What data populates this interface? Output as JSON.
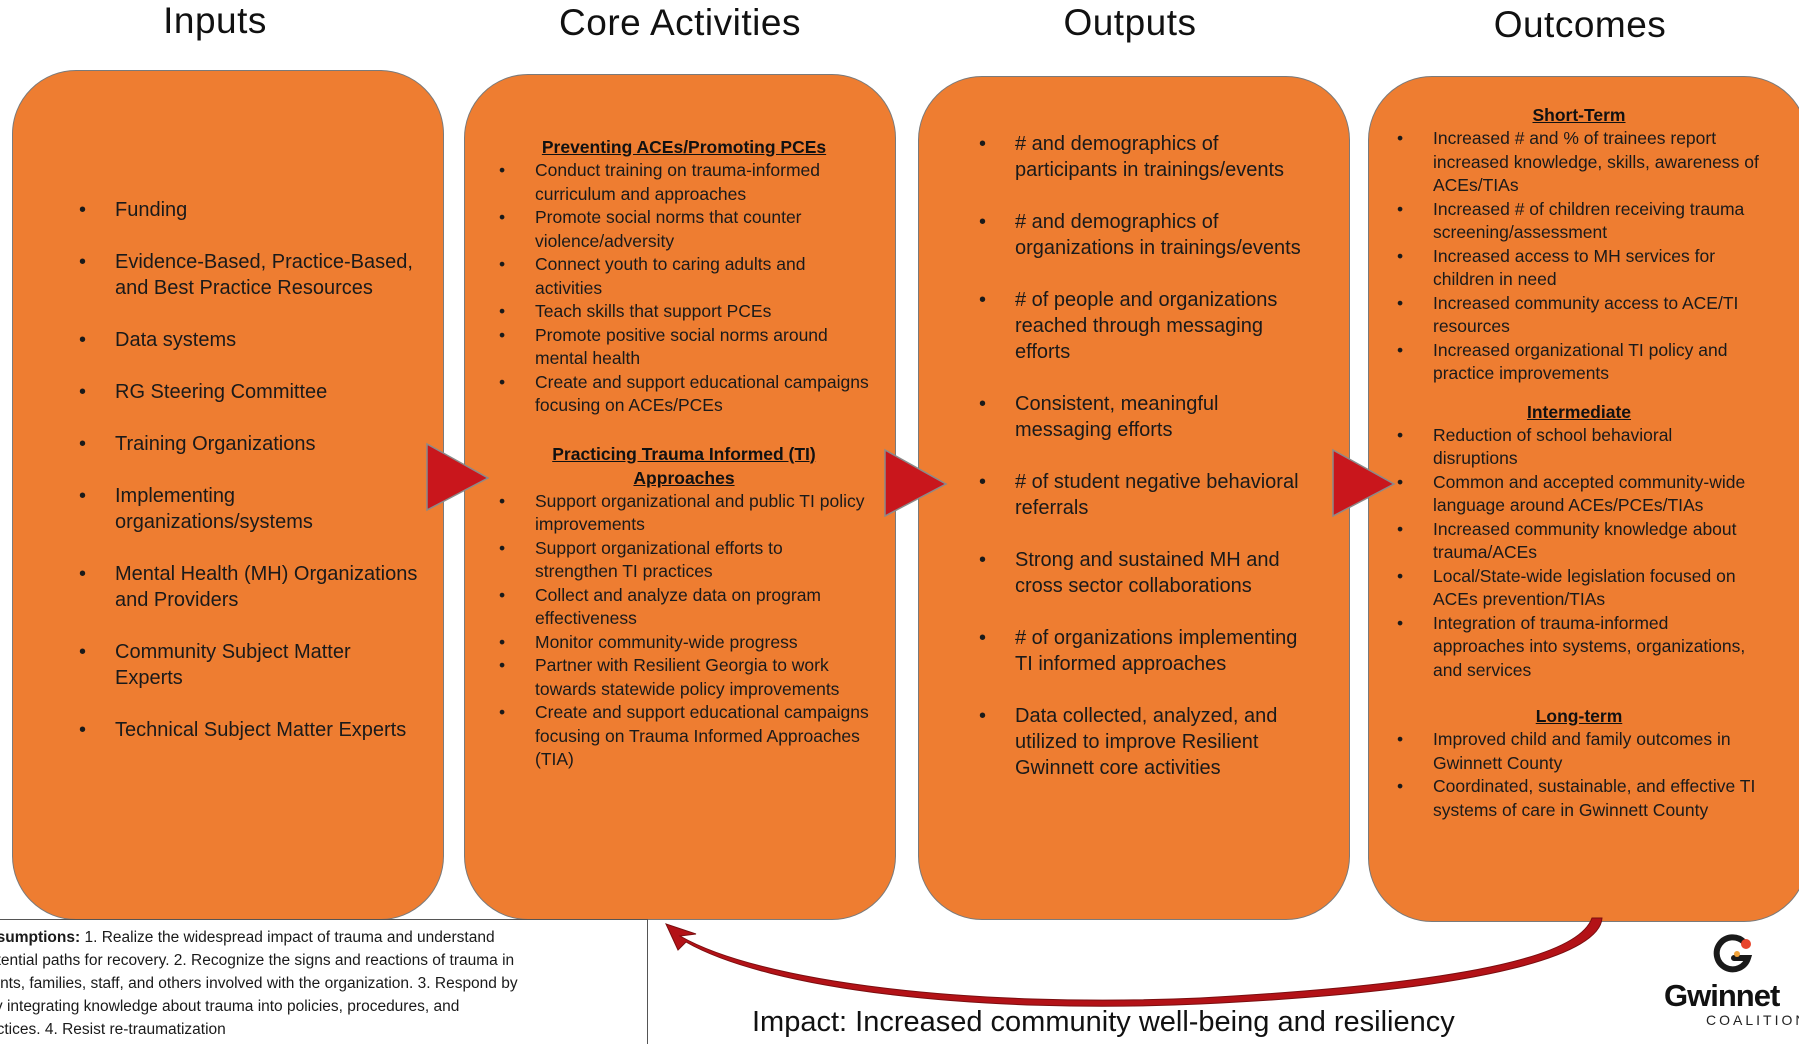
{
  "headers": {
    "inputs": "Inputs",
    "core": "Core Activities",
    "outputs": "Outputs",
    "outcomes": "Outcomes"
  },
  "inputs": [
    "Funding",
    "Evidence-Based, Practice-Based, and Best Practice Resources",
    "Data systems",
    "RG Steering Committee",
    "Training Organizations",
    "Implementing organizations/systems",
    "Mental Health (MH) Organizations and Providers",
    "Community Subject Matter Experts",
    "Technical Subject Matter Experts"
  ],
  "core_activities": {
    "section1_title": "Preventing ACEs/Promoting PCEs",
    "section1_items": [
      "Conduct training on trauma-informed curriculum and approaches",
      "Promote social norms that counter violence/adversity",
      "Connect youth to caring adults and activities",
      "Teach skills that support PCEs",
      "Promote positive social norms around mental health",
      "Create and support educational campaigns focusing on ACEs/PCEs"
    ],
    "section2_title": "Practicing Trauma Informed (TI) Approaches",
    "section2_items": [
      "Support organizational and public TI policy improvements",
      "Support organizational efforts to strengthen TI practices",
      "Collect and analyze data on program effectiveness",
      "Monitor community-wide progress",
      "Partner with Resilient Georgia to work towards statewide policy improvements",
      "Create and support educational campaigns focusing on Trauma Informed Approaches (TIA)"
    ]
  },
  "outputs": [
    "# and demographics of participants in trainings/events",
    "# and demographics of organizations in trainings/events",
    "# of people and organizations reached through messaging efforts",
    "Consistent, meaningful messaging efforts",
    "# of student negative behavioral referrals",
    "Strong and sustained MH and cross sector collaborations",
    "# of organizations implementing TI informed approaches",
    "Data collected, analyzed, and utilized to improve Resilient Gwinnett core activities"
  ],
  "outcomes": {
    "short_title": "Short-Term",
    "short_items": [
      "Increased # and % of trainees report increased knowledge, skills, awareness of ACEs/TIAs",
      "Increased # of children receiving trauma screening/assessment",
      "Increased access to MH  services for children in need",
      "Increased community access to ACE/TI resources",
      "Increased organizational TI policy and practice improvements"
    ],
    "intermediate_title": "Intermediate",
    "intermediate_items": [
      "Reduction of school behavioral disruptions",
      "Common and accepted community-wide language  around ACEs/PCEs/TIAs",
      "Increased community  knowledge about trauma/ACEs",
      "Local/State-wide legislation focused on  ACEs prevention/TIAs",
      "Integration of trauma-informed approaches into systems, organizations, and services"
    ],
    "long_title": "Long-term",
    "long_items": [
      "Improved child and family outcomes in Gwinnett County",
      "Coordinated, sustainable, and effective TI systems of care in Gwinnett County"
    ]
  },
  "assumptions": {
    "label": "ssumptions:",
    "lines": [
      " 1. Realize the widespread impact of trauma and understand",
      "otential paths for recovery. 2. Recognize the signs and reactions of trauma in",
      "ients, families, staff, and others involved with the organization. 3. Respond by",
      "lly integrating knowledge about trauma into policies, procedures, and",
      "actices. 4. Resist re-traumatization"
    ]
  },
  "impact": "Impact: Increased community well-being and resiliency",
  "logo": {
    "word": "Gwinnet",
    "sub": "COALITION"
  },
  "colors": {
    "panel": "#ee7d31",
    "arrow": "#c9161c",
    "curve": "#b31217"
  }
}
